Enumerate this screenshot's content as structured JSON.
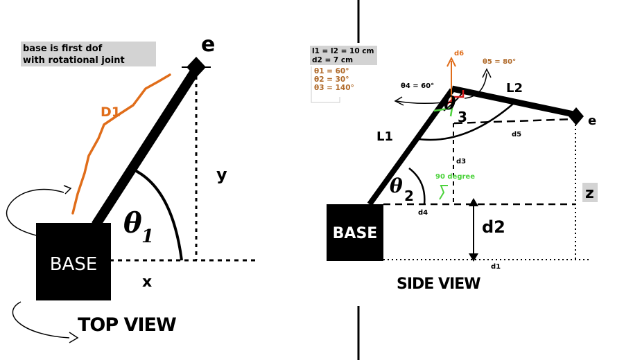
{
  "top_view": {
    "note_line1": "base is first dof",
    "note_line2": "with rotational joint",
    "end_effector": "e",
    "link_label": "D1",
    "y_label": "y",
    "x_label": "x",
    "theta_symbol": "θ",
    "theta_subscript": "1",
    "base_label": "BASE",
    "view_title": "TOP VIEW"
  },
  "side_view": {
    "params": {
      "l_line": "l1 = l2 = 10 cm",
      "d2_line": "d2 = 7 cm",
      "theta1": "θ1 = 60°",
      "theta2": "θ2 = 30°",
      "theta3": "θ3 = 140°"
    },
    "d6_label": "d6",
    "theta5_label": "θ5 = 80°",
    "theta4_label": "θ4 = 60°",
    "l2_label": "L2",
    "l1_label": "L1",
    "end_effector": "e",
    "theta3_symbol": "θ",
    "theta3_sub": "3",
    "d5_label": "d5",
    "d3_label": "d3",
    "ninety_label": "90 degree",
    "theta2_symbol": "θ",
    "theta2_sub": "2",
    "z_label": "z",
    "d4_label": "d4",
    "d2_label": "d2",
    "d1_label": "d1",
    "base_label": "BASE",
    "view_title": "SIDE VIEW"
  },
  "colors": {
    "ink": "#000000",
    "orange": "#e06d1a",
    "green": "#4cd23c",
    "red": "#d01818",
    "param_text": "#b06a2a",
    "note_gray": "#d3d3d3"
  }
}
